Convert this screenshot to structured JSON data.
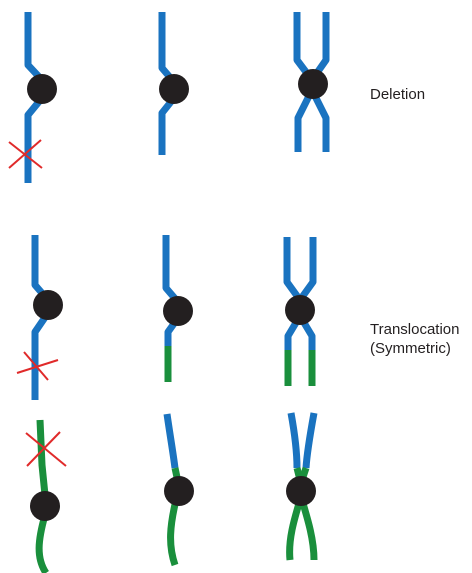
{
  "colors": {
    "original_arm": "#1a73c0",
    "translocated_arm": "#1a8f3c",
    "centromere": "#231f20",
    "break_mark": "#e02a2a",
    "label_text": "#231f20"
  },
  "rows": [
    {
      "id": "deletion",
      "label_lines": [
        "Deletion"
      ]
    },
    {
      "id": "translocation",
      "label_lines": [
        "Translocation",
        "(Symmetric)"
      ]
    }
  ]
}
